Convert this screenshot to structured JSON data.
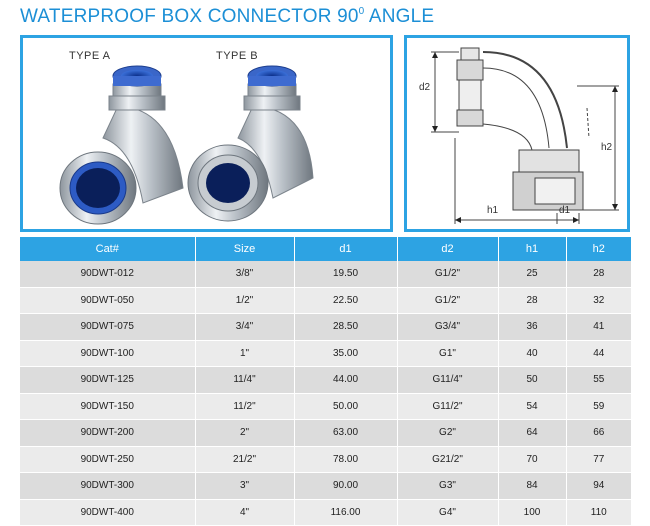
{
  "title": {
    "text": "WATERPROOF BOX CONNECTOR 90",
    "superscript": "0",
    "suffix": " ANGLE"
  },
  "photo": {
    "type_a_label": "TYPE A",
    "type_b_label": "TYPE B"
  },
  "drawing": {
    "d1": "d1",
    "d2": "d2",
    "h1": "h1",
    "h2": "h2"
  },
  "table": {
    "headers": [
      "Cat#",
      "Size",
      "d1",
      "d2",
      "h1",
      "h2"
    ],
    "rows": [
      [
        "90DWT-012",
        "3/8\"",
        "19.50",
        "G1/2\"",
        "25",
        "28"
      ],
      [
        "90DWT-050",
        "1/2\"",
        "22.50",
        "G1/2\"",
        "28",
        "32"
      ],
      [
        "90DWT-075",
        "3/4\"",
        "28.50",
        "G3/4\"",
        "36",
        "41"
      ],
      [
        "90DWT-100",
        "1\"",
        "35.00",
        "G1\"",
        "40",
        "44"
      ],
      [
        "90DWT-125",
        "11/4\"",
        "44.00",
        "G11/4\"",
        "50",
        "55"
      ],
      [
        "90DWT-150",
        "11/2\"",
        "50.00",
        "G11/2\"",
        "54",
        "59"
      ],
      [
        "90DWT-200",
        "2\"",
        "63.00",
        "G2\"",
        "64",
        "66"
      ],
      [
        "90DWT-250",
        "21/2\"",
        "78.00",
        "G21/2\"",
        "70",
        "77"
      ],
      [
        "90DWT-300",
        "3\"",
        "90.00",
        "G3\"",
        "84",
        "94"
      ],
      [
        "90DWT-400",
        "4\"",
        "116.00",
        "G4\"",
        "100",
        "110"
      ]
    ]
  },
  "colors": {
    "accent": "#2da3e3",
    "title": "#1c8fd6",
    "row_dark": "#dcdcdc",
    "row_light": "#ebebeb"
  }
}
